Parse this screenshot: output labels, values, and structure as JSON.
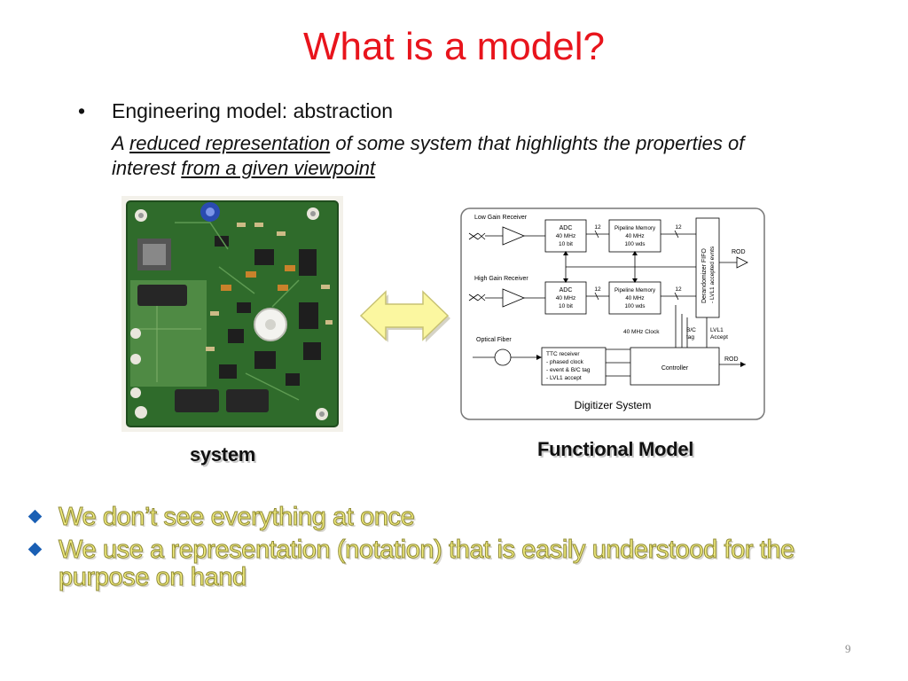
{
  "slide": {
    "title": "What is a model?",
    "bullet": {
      "marker": "•",
      "text": "Engineering model: abstraction"
    },
    "definition": {
      "part1": "A ",
      "link1": "reduced representation",
      "part2": " of some system that highlights the properties of interest ",
      "link2": "from a given viewpoint"
    },
    "captions": {
      "system": "system",
      "functional": "Functional Model"
    },
    "points": [
      "We don’t see everything at once",
      "We use a representation (notation) that is easily understood for the purpose on hand"
    ],
    "page_number": "9"
  },
  "diagram": {
    "low_gain": "Low Gain Receiver",
    "high_gain": "High Gain Receiver",
    "adc1": [
      "ADC",
      "40 MHz",
      "10 bit"
    ],
    "adc2": [
      "ADC",
      "40 MHz",
      "10 bit"
    ],
    "pm1": [
      "Pipeline Memory",
      "40 MHz",
      "100 wds"
    ],
    "pm2": [
      "Pipeline Memory",
      "40 MHz",
      "100 wds"
    ],
    "bits": "12",
    "fifo": [
      "Derandomizer FIFO",
      "- LVL1 accepted evnts"
    ],
    "rod": "ROD",
    "clock": "40 MHz Clock",
    "bc": [
      "B/C",
      "tag"
    ],
    "lvl1": [
      "LVL1",
      "Accept"
    ],
    "fiber": "Optical Fiber",
    "ttc": [
      "TTC receiver",
      "- phased clock",
      "- event & B/C tag",
      "- LVL1 accept"
    ],
    "controller": "Controller",
    "footer": "Digitizer System"
  },
  "colors": {
    "title": "#e8141c",
    "highlight_text": "#f3ee80",
    "diamond": "#1a5fb4",
    "pcb_green": "#2d6a2a",
    "arrow_fill": "#fbf7a0"
  },
  "icons": {
    "bullet": "diamond-bullet-icon",
    "arrow": "double-arrow-icon"
  }
}
